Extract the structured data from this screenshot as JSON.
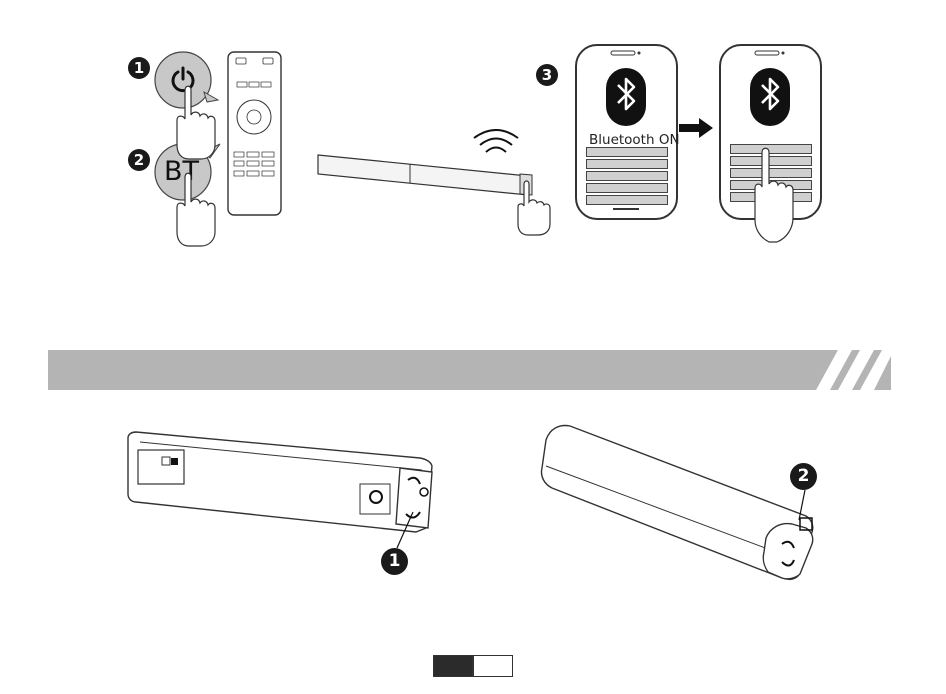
{
  "steps": {
    "step1_number": "1",
    "step2_number": "2",
    "step3_number": "3",
    "bt_button_text": "BT",
    "power_icon": "power-icon"
  },
  "phone_left": {
    "status_text": "Bluetooth ON",
    "icon": "bluetooth-icon"
  },
  "phone_right": {
    "icon": "bluetooth-icon"
  },
  "section2": {
    "callout1": "1",
    "callout2": "2"
  },
  "colors": {
    "banner": "#b4b4b4",
    "ink": "#1a1a1a",
    "page_dark": "#2b2b2b"
  }
}
